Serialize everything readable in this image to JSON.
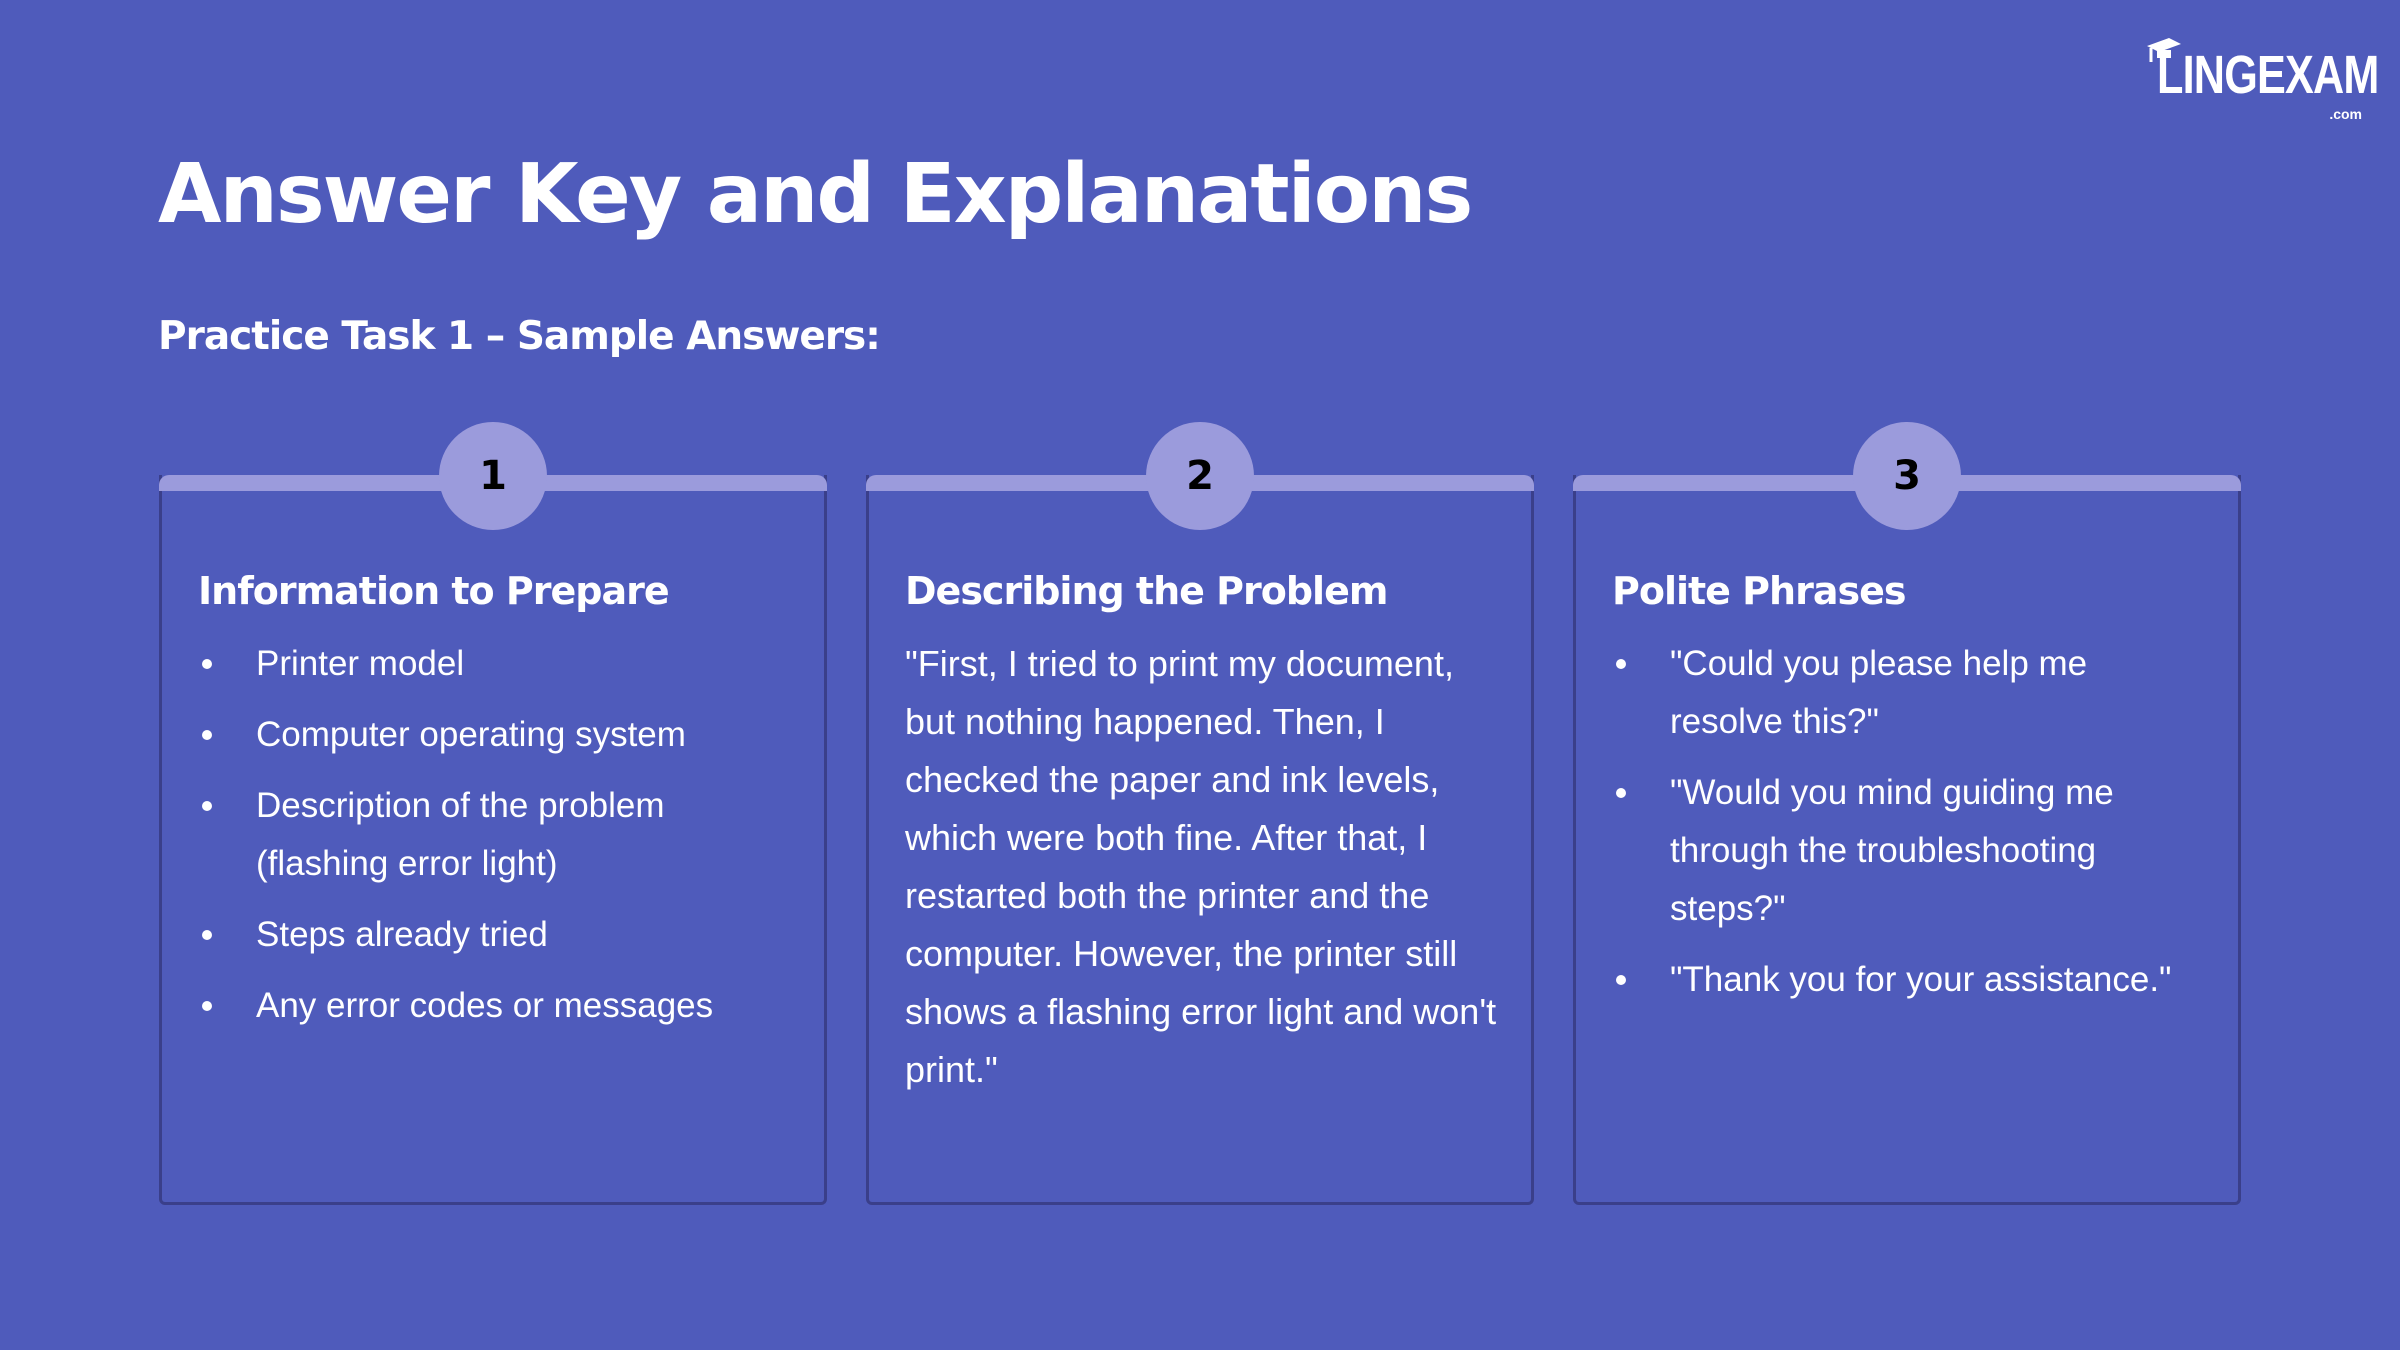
{
  "logo": {
    "text": "LINGEXAM",
    "suffix": ".com"
  },
  "title": "Answer Key and Explanations",
  "subtitle": "Practice Task 1 – Sample Answers:",
  "cards": [
    {
      "number": "1",
      "heading": "Information to Prepare",
      "items": [
        "Printer model",
        "Computer operating system",
        "Description of the problem (flashing error light)",
        "Steps already tried",
        "Any error codes or messages"
      ]
    },
    {
      "number": "2",
      "heading": "Describing the Problem",
      "text": "\"First, I tried to print my document, but nothing happened. Then, I checked the paper and ink levels, which were both fine. After that, I restarted both the printer and the computer. However, the printer still shows a flashing error light and won't print.\""
    },
    {
      "number": "3",
      "heading": "Polite Phrases",
      "items": [
        "\"Could you please help me resolve this?\"",
        "\"Would you mind guiding me through the troubleshooting steps?\"",
        "\"Thank you for your assistance.\""
      ]
    }
  ]
}
